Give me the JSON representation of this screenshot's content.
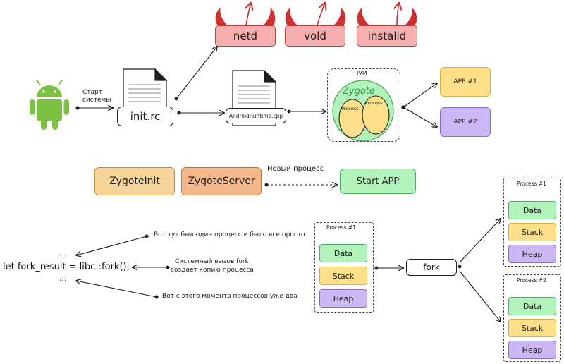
{
  "daemons": [
    "netd",
    "vold",
    "installd"
  ],
  "boot_label": [
    "Старт",
    "системы"
  ],
  "files": {
    "init": "init.rc",
    "runtime": "AndroidRuntime.cpp"
  },
  "jvm": {
    "label": "JVM",
    "zygote": "Zygote",
    "process1": "Process",
    "process2": "Process"
  },
  "apps": [
    "APP #1",
    "APP #2"
  ],
  "classes": {
    "zygote_init": "ZygoteInit",
    "zygote_server": "ZygoteServer",
    "start_app": "Start APP"
  },
  "new_process_label": "Новый процесс",
  "code": {
    "dots_top": "...",
    "line": "let fork_result = libc::fork();",
    "dots_bottom": "..."
  },
  "annotations": [
    "Вот тут был один процесс и было все просто",
    "Системный вызов fork",
    "создает копию процесса",
    "Вот с этого момента процессов уже два"
  ],
  "process_box": {
    "title": "Process #1",
    "data": "Data",
    "stack": "Stack",
    "heap": "Heap"
  },
  "fork_label": "fork",
  "children": [
    {
      "title": "Process #1",
      "data": "Data",
      "stack": "Stack",
      "heap": "Heap"
    },
    {
      "title": "Process #2",
      "data": "Data",
      "stack": "Stack",
      "heap": "Heap"
    }
  ],
  "colors": {
    "red": "#f7b0b0",
    "green": "#b2f2bb",
    "yellow": "#ffe08a",
    "purple": "#cbb7f3",
    "orange": "#f6d59b",
    "android": "#7cc242"
  }
}
